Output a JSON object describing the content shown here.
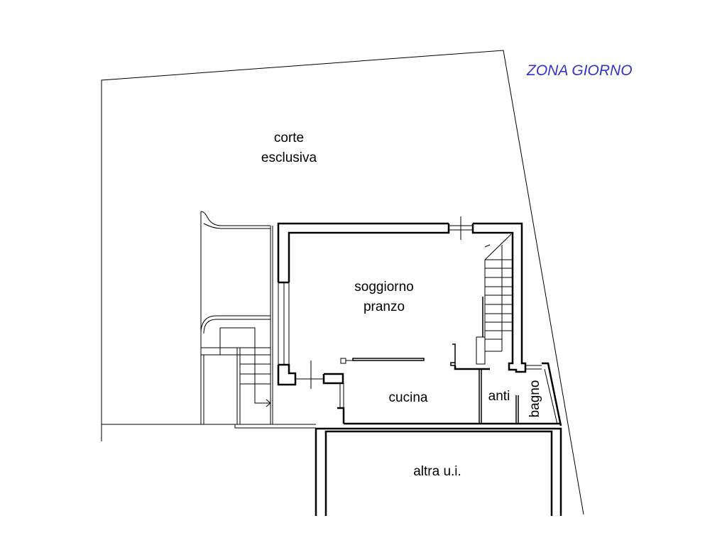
{
  "title": "ZONA GIORNO",
  "rooms": {
    "courtyard": [
      "corte",
      "esclusiva"
    ],
    "living": [
      "soggiorno",
      "pranzo"
    ],
    "kitchen": "cucina",
    "antechamber": "anti",
    "bathroom": "bagno",
    "other_unit": "altra u.i."
  },
  "colors": {
    "title": "#3333cc",
    "lines": "#000000"
  }
}
